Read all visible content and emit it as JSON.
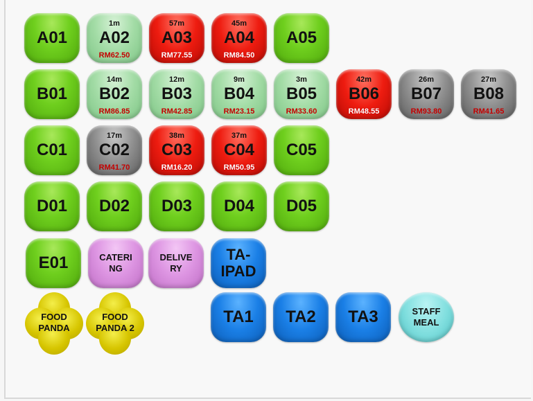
{
  "rows": {
    "A": [
      {
        "id": "A01",
        "status": "available"
      },
      {
        "id": "A02",
        "status": "ordered",
        "minutes": "1m",
        "amount": "RM62.50"
      },
      {
        "id": "A03",
        "status": "occupied",
        "minutes": "57m",
        "amount": "RM77.55"
      },
      {
        "id": "A04",
        "status": "occupied",
        "minutes": "45m",
        "amount": "RM84.50"
      },
      {
        "id": "A05",
        "status": "available"
      }
    ],
    "B": [
      {
        "id": "B01",
        "status": "available"
      },
      {
        "id": "B02",
        "status": "ordered",
        "minutes": "14m",
        "amount": "RM86.85"
      },
      {
        "id": "B03",
        "status": "ordered",
        "minutes": "12m",
        "amount": "RM42.85"
      },
      {
        "id": "B04",
        "status": "ordered",
        "minutes": "9m",
        "amount": "RM23.15"
      },
      {
        "id": "B05",
        "status": "ordered",
        "minutes": "3m",
        "amount": "RM33.60"
      },
      {
        "id": "B06",
        "status": "occupied",
        "minutes": "42m",
        "amount": "RM48.55"
      },
      {
        "id": "B07",
        "status": "billed",
        "minutes": "26m",
        "amount": "RM93.80"
      },
      {
        "id": "B08",
        "status": "billed",
        "minutes": "27m",
        "amount": "RM41.65"
      }
    ],
    "C": [
      {
        "id": "C01",
        "status": "available"
      },
      {
        "id": "C02",
        "status": "billed",
        "minutes": "17m",
        "amount": "RM41.70"
      },
      {
        "id": "C03",
        "status": "occupied",
        "minutes": "38m",
        "amount": "RM16.20"
      },
      {
        "id": "C04",
        "status": "occupied",
        "minutes": "37m",
        "amount": "RM50.95"
      },
      {
        "id": "C05",
        "status": "available"
      }
    ],
    "D": [
      {
        "id": "D01",
        "status": "available"
      },
      {
        "id": "D02",
        "status": "available"
      },
      {
        "id": "D03",
        "status": "available"
      },
      {
        "id": "D04",
        "status": "available"
      },
      {
        "id": "D05",
        "status": "available"
      }
    ]
  },
  "special": {
    "e01": "E01",
    "catering": "CATERI NG",
    "catering_l1": "CATERI",
    "catering_l2": "NG",
    "delivery_l1": "DELIVE",
    "delivery_l2": "RY",
    "ta_ipad_l1": "TA-",
    "ta_ipad_l2": "IPAD",
    "foodpanda_l1": "FOOD",
    "foodpanda_l2": "PANDA",
    "foodpanda2_l1": "FOOD",
    "foodpanda2_l2": "PANDA 2",
    "ta1": "TA1",
    "ta2": "TA2",
    "ta3": "TA3",
    "staff_l1": "STAFF",
    "staff_l2": "MEAL"
  },
  "colors": {
    "available": "#6fcf1e",
    "ordered": "#a3dca6",
    "occupied": "#ee1c10",
    "billed": "#8e8e8e",
    "amount_text": "#c40000",
    "takeaway": "#1a7fe6",
    "catering": "#dd95e2",
    "foodpanda": "#d6c500",
    "staff_meal": "#7fdede"
  }
}
